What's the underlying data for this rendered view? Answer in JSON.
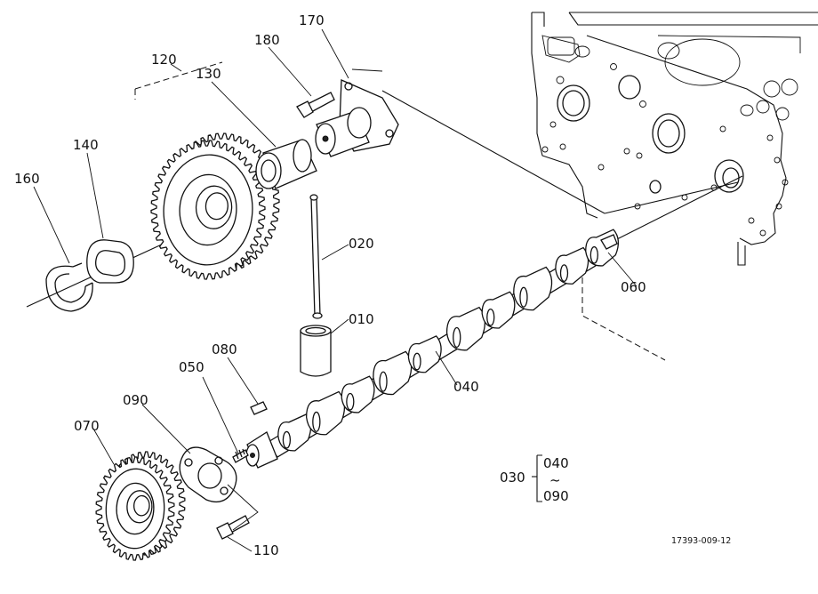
{
  "labels": {
    "p010": "010",
    "p020": "020",
    "p030": "030",
    "p040": "040",
    "p050": "050",
    "p060": "060",
    "p070": "070",
    "p080": "080",
    "p090": "090",
    "p110": "110",
    "p120": "120",
    "p130": "130",
    "p140": "140",
    "p160": "160",
    "p170": "170",
    "p180": "180"
  },
  "group": {
    "parent": "030",
    "from": "040",
    "tilde": "~",
    "to": "090"
  },
  "drawing_code": "17393-009-12"
}
